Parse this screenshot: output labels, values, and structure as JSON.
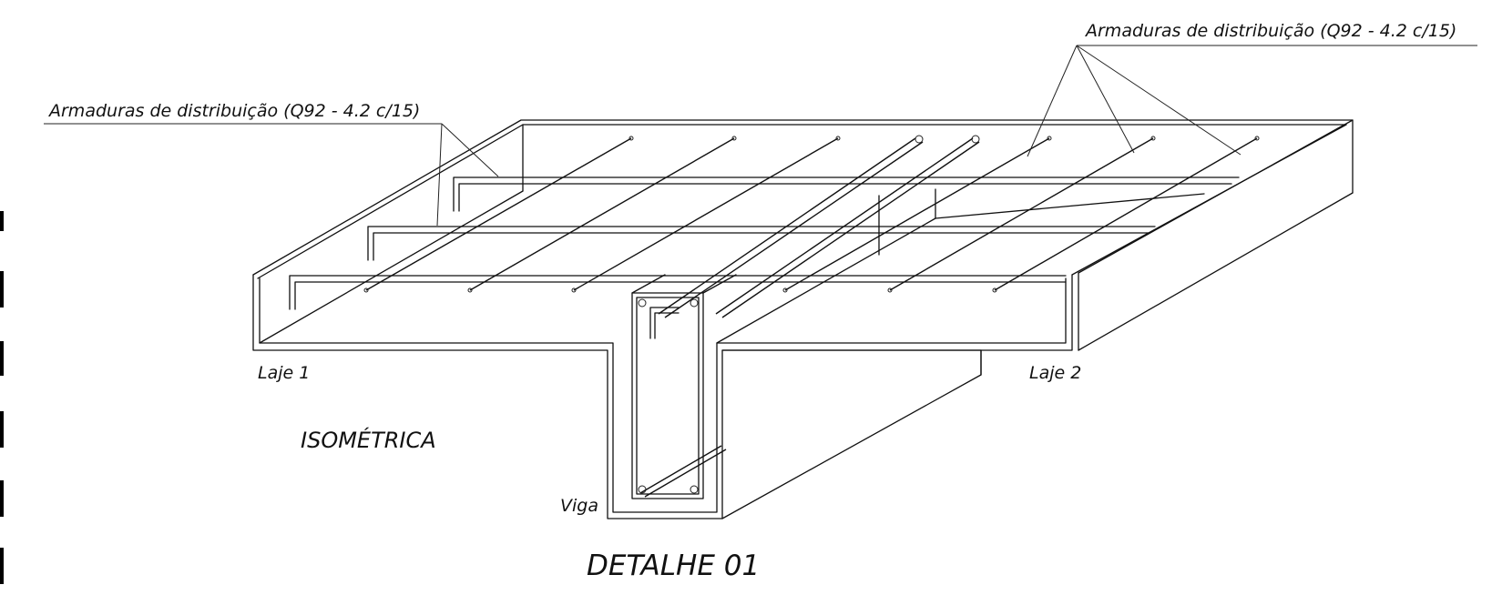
{
  "labels": {
    "rebar_right": "Armaduras de distribuição (Q92 - 4.2 c/15)",
    "rebar_left": "Armaduras de distribuição (Q92 - 4.2 c/15)",
    "slab_1": "Laje 1",
    "slab_2": "Laje 2",
    "view_name": "ISOMÉTRICA",
    "beam": "Viga",
    "detail_title": "DETALHE 01"
  },
  "colors": {
    "line": "#111111",
    "background": "#ffffff"
  }
}
